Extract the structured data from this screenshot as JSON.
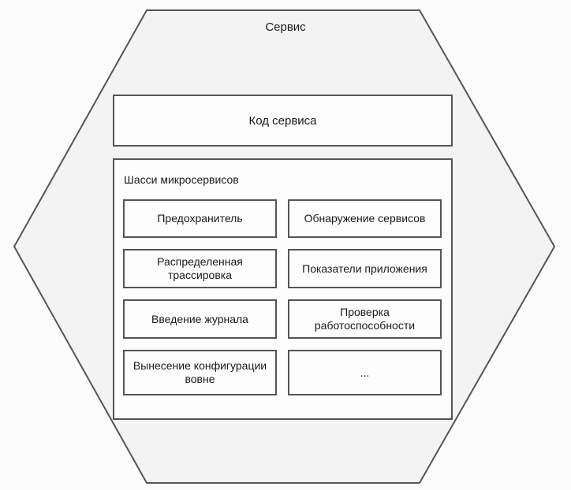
{
  "service": {
    "title": "Сервис",
    "service_code": "Код сервиса",
    "chassis": {
      "title": "Шасси микросервисов",
      "components": [
        "Предохранитель",
        "Обнаружение сервисов",
        "Распределенная трассировка",
        "Показатели приложения",
        "Введение журнала",
        "Проверка работоспособности",
        "Вынесение конфигурации вовне",
        "..."
      ]
    }
  }
}
